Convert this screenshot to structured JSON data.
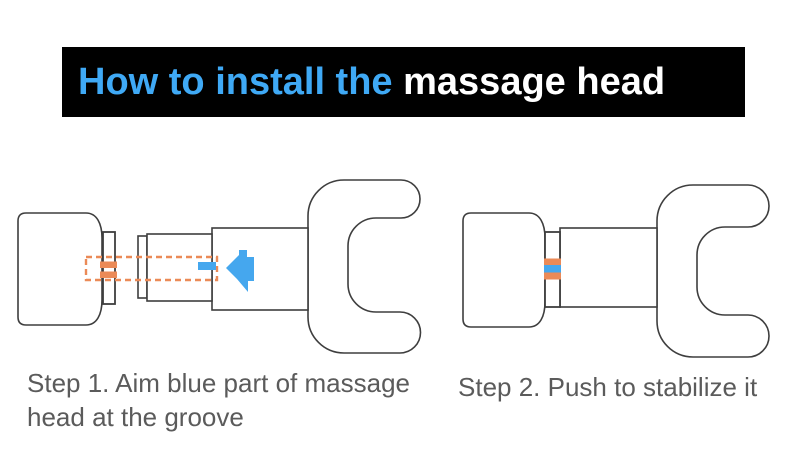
{
  "banner": {
    "title_highlight": "How to install the ",
    "title_rest": "massage head"
  },
  "steps": [
    {
      "caption": "Step 1. Aim blue part of massage\nhead at the groove"
    },
    {
      "caption": "Step 2. Push to stabilize it"
    }
  ],
  "colors": {
    "banner_bg": "#000000",
    "banner_text_white": "#ffffff",
    "title_blue": "#3fa9f5",
    "accent_blue": "#45a7ee",
    "accent_orange": "#eb8a57",
    "outline_gray": "#3e3e3e",
    "caption_gray": "#5b5b5b",
    "page_bg": "#ffffff"
  }
}
